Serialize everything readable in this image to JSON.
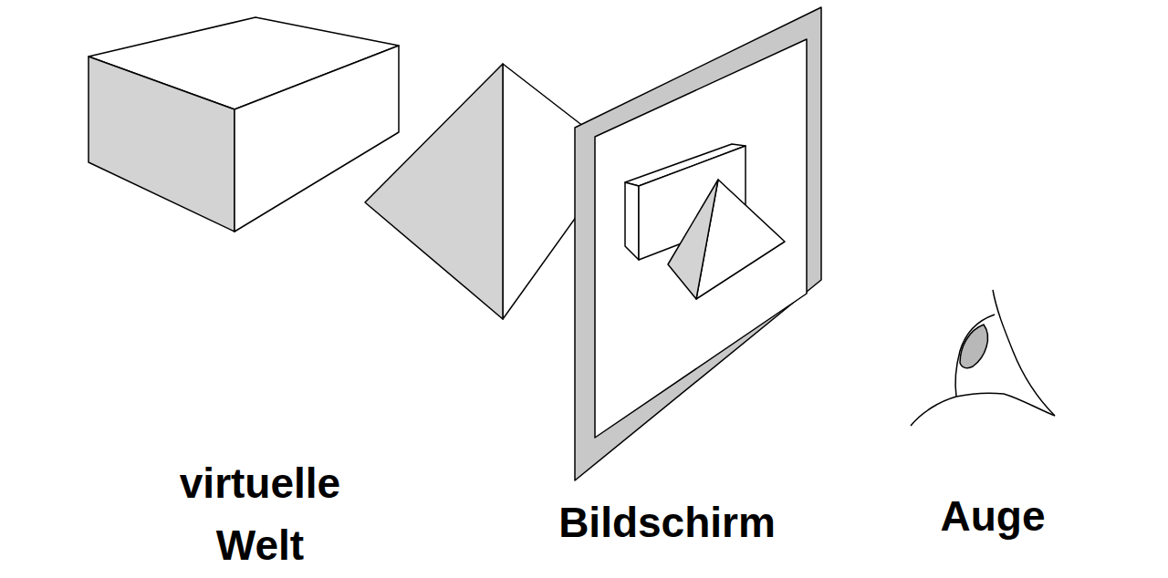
{
  "diagram": {
    "labels": [
      "virtuelle Welt",
      "Bildschirm",
      "Auge"
    ]
  }
}
